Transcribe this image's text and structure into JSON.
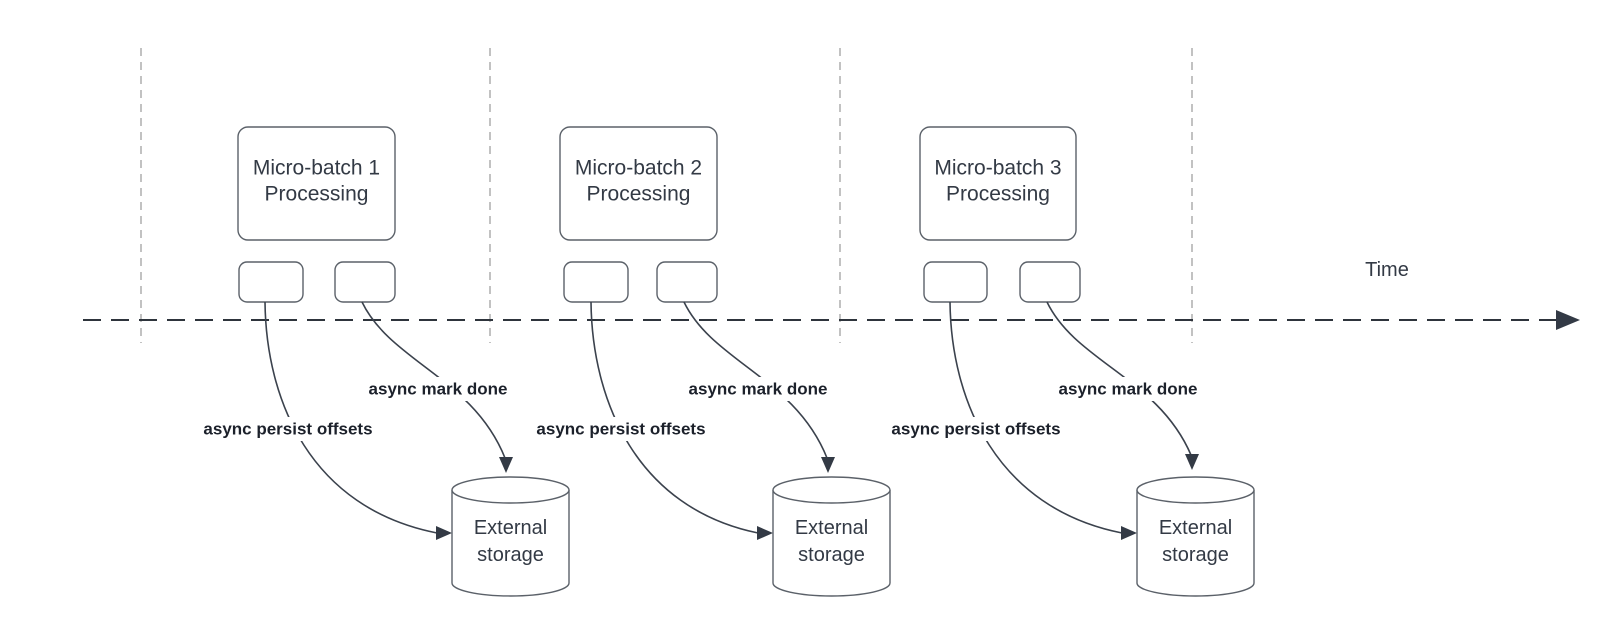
{
  "timeline": {
    "label": "Time"
  },
  "groups": [
    {
      "title_line1": "Micro-batch 1",
      "title_line2": "Processing",
      "persist_label": "async persist offsets",
      "mark_done_label": "async mark done",
      "storage": {
        "line1": "External",
        "line2": "storage"
      }
    },
    {
      "title_line1": "Micro-batch 2",
      "title_line2": "Processing",
      "persist_label": "async persist offsets",
      "mark_done_label": "async mark done",
      "storage": {
        "line1": "External",
        "line2": "storage"
      }
    },
    {
      "title_line1": "Micro-batch 3",
      "title_line2": "Processing",
      "persist_label": "async persist offsets",
      "mark_done_label": "async mark done",
      "storage": {
        "line1": "External",
        "line2": "storage"
      }
    }
  ],
  "colors": {
    "background": "#ffffff",
    "shape_stroke": "#5b6169",
    "connector_stroke": "#3b424d",
    "timeline_stroke": "#2e343c",
    "guide_line": "#a8a8a8",
    "text": "#333a45",
    "label_text": "#1c212b"
  }
}
